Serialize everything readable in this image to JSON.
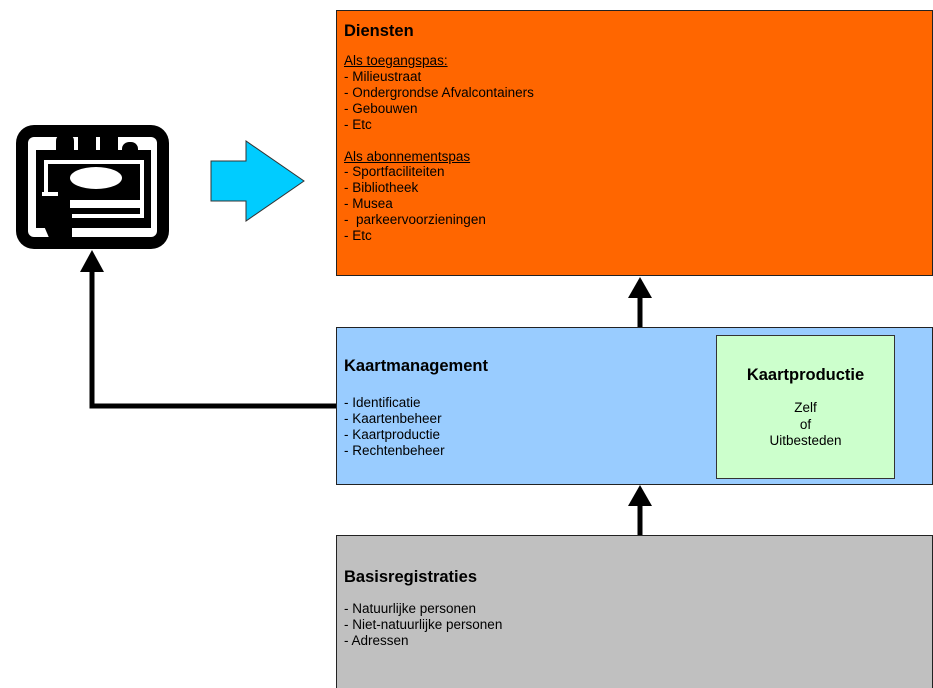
{
  "diensten": {
    "title": "Diensten",
    "group1": {
      "heading": "Als toegangspas:",
      "items": [
        "- Milieustraat",
        "- Ondergrondse Afvalcontainers",
        "- Gebouwen",
        "- Etc"
      ]
    },
    "group2": {
      "heading": "Als abonnementspas",
      "items": [
        "- Sportfaciliteiten",
        "- Bibliotheek",
        "- Musea",
        "-  parkeervoorzieningen",
        "- Etc"
      ]
    }
  },
  "kaartmanagement": {
    "title": "Kaartmanagement",
    "items": [
      "- Identificatie",
      "- Kaartenbeheer",
      "- Kaartproductie",
      "- Rechtenbeheer"
    ]
  },
  "kaartproductie": {
    "title": "Kaartproductie",
    "lines": [
      "Zelf",
      "of",
      "Uitbesteden"
    ]
  },
  "basisregistraties": {
    "title": "Basisregistraties",
    "items": [
      "- Natuurlijke personen",
      "- Niet-natuurlijke personen",
      "- Adressen"
    ]
  },
  "colors": {
    "diensten": "#ff6600",
    "kaartmanagement": "#99ccff",
    "kaartproductie": "#ccffcc",
    "basisregistraties": "#c0c0c0",
    "arrow": "#00ccff"
  },
  "icons": {
    "card": "hand-holding-card-icon",
    "arrow": "right-arrow-icon"
  }
}
